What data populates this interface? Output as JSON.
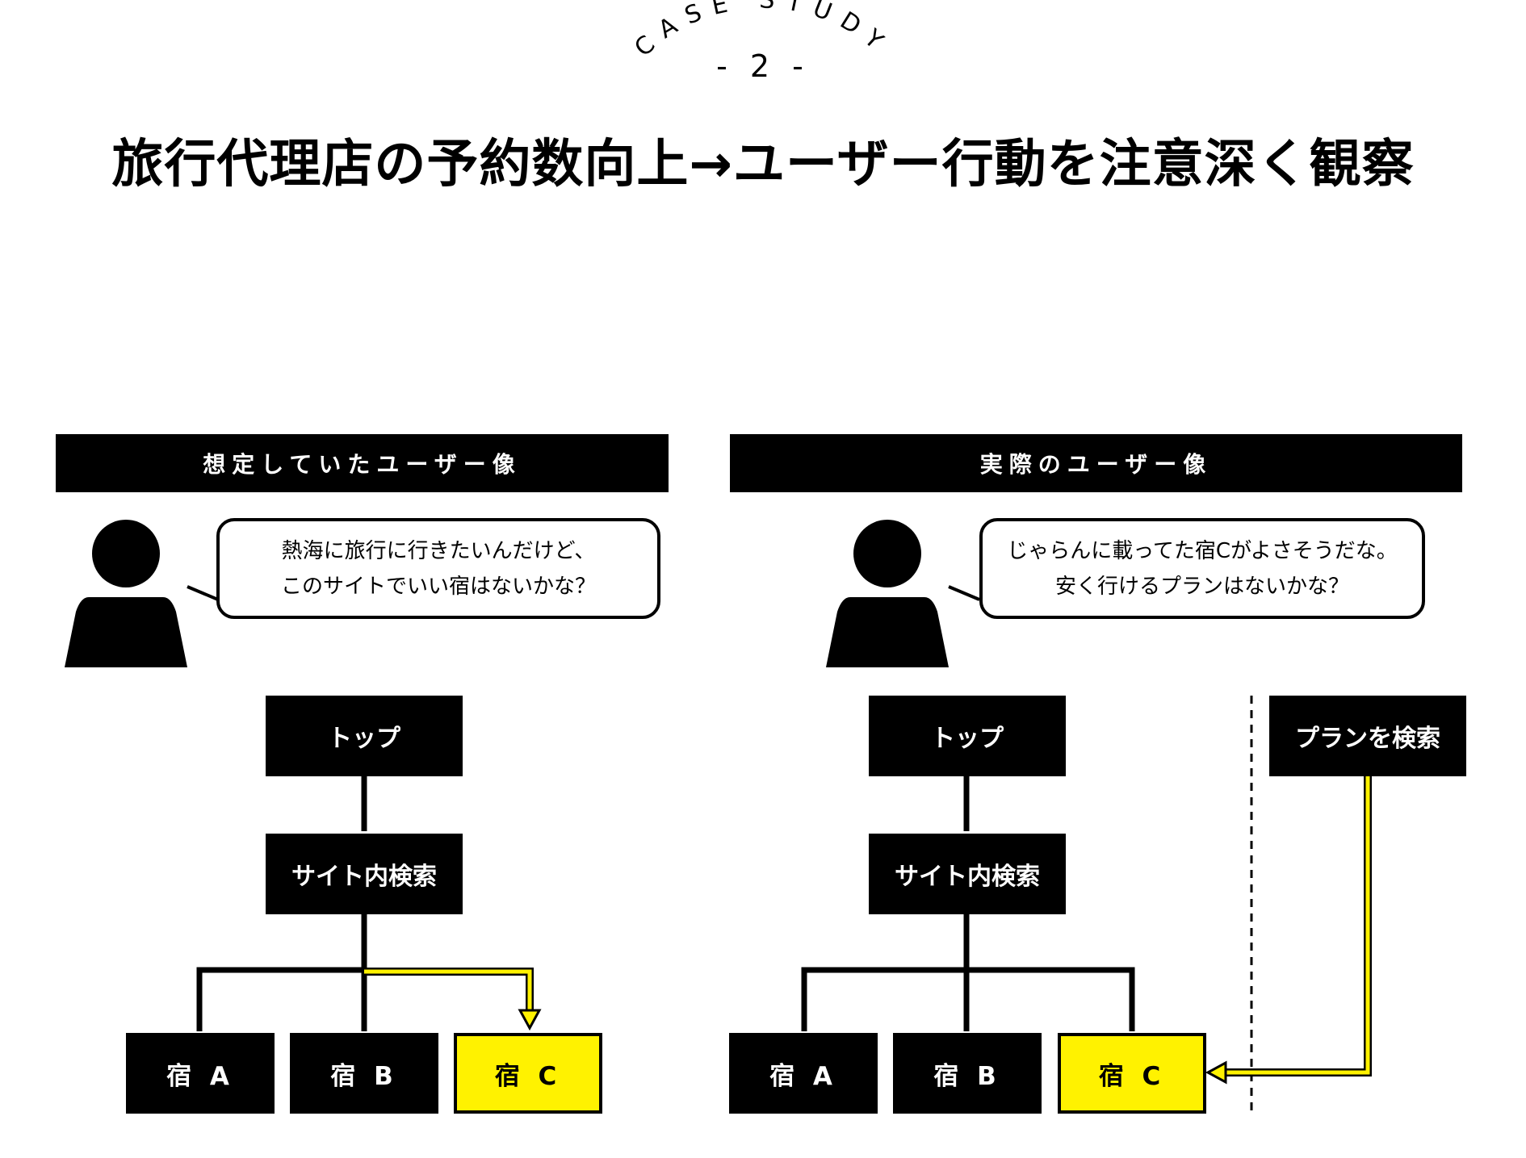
{
  "header": {
    "eyebrow": "CASE STUDY",
    "number": "- 2 -",
    "title": "旅行代理店の予約数向上→ユーザー行動を注意深く観察"
  },
  "panels": [
    {
      "heading": "想定していたユーザー像",
      "speech": [
        "熱海に旅行に行きたいんだけど、",
        "このサイトでいい宿はないかな？"
      ],
      "nodes": {
        "top": "トップ",
        "search": "サイト内検索",
        "inn_a": "宿 A",
        "inn_b": "宿 B",
        "inn_c": "宿 C"
      }
    },
    {
      "heading": "実際のユーザー像",
      "speech": [
        "じゃらんに載ってた宿Cがよさそうだな。",
        "安く行けるプランはないかな？"
      ],
      "nodes": {
        "top": "トップ",
        "search": "サイト内検索",
        "plan_search": "プランを検索",
        "inn_a": "宿 A",
        "inn_b": "宿 B",
        "inn_c": "宿 C"
      }
    }
  ],
  "colors": {
    "highlight": "#fff200",
    "ink": "#000000"
  }
}
